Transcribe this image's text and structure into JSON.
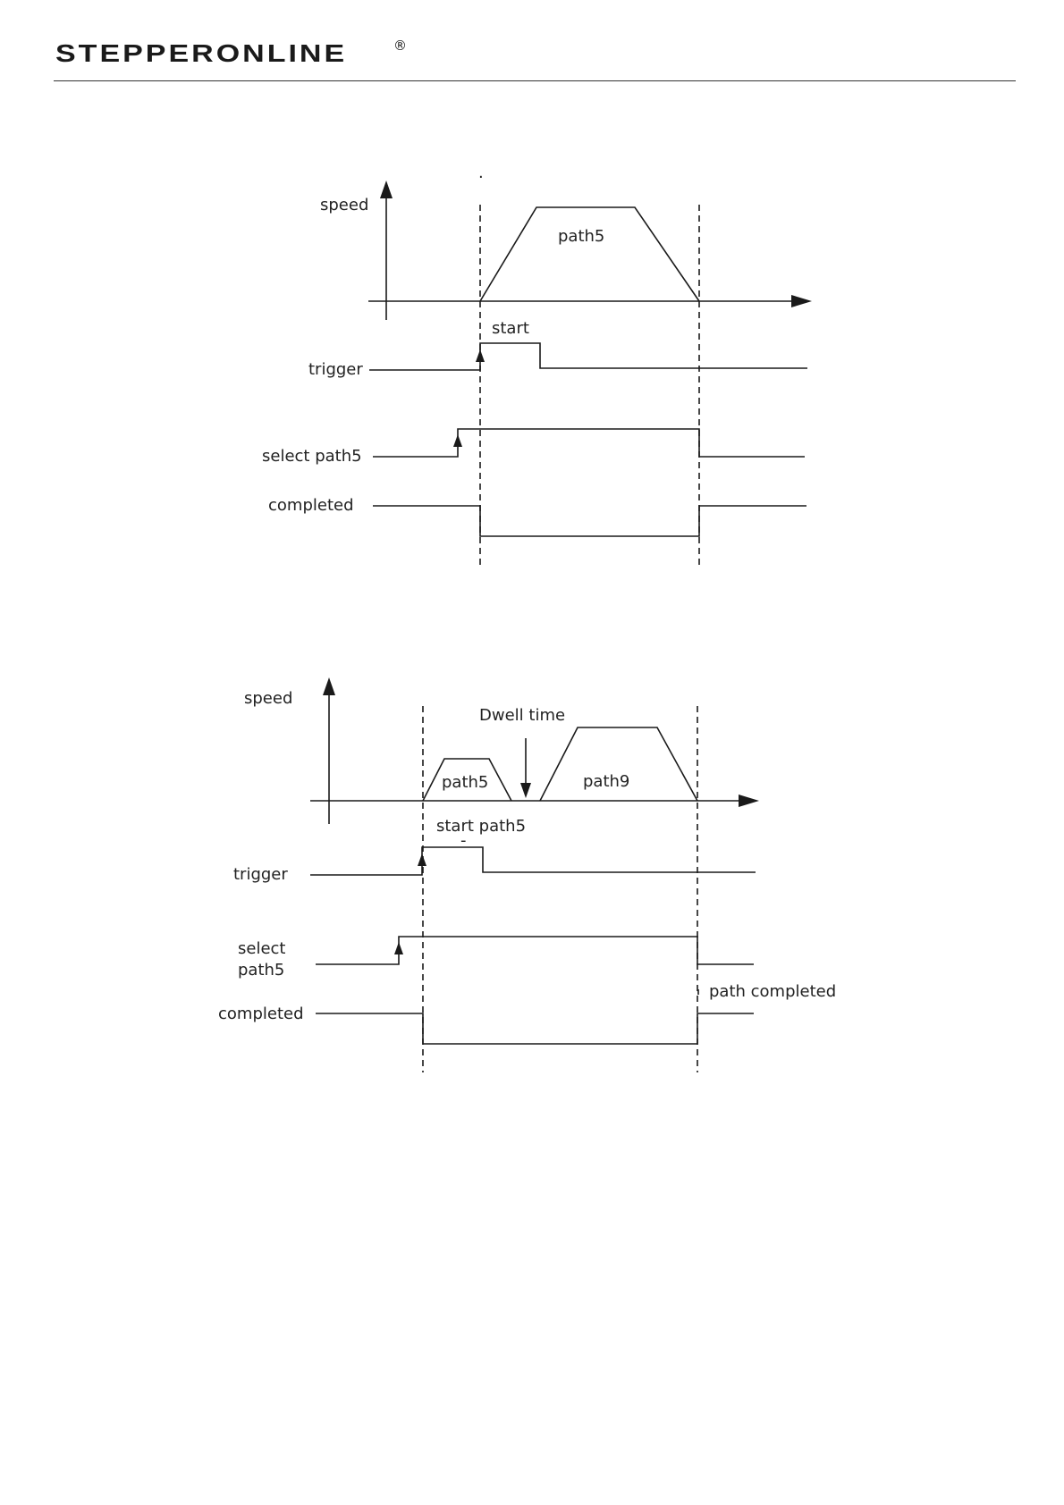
{
  "header": {
    "brand": "STEPPERONLINE",
    "registered_mark": "®"
  },
  "diagram1": {
    "speed_label": "speed",
    "profile_label": "path5",
    "start_label": "start",
    "trigger_label": "trigger",
    "select_label": "select path5",
    "completed_label": "completed",
    "stray_mark": "."
  },
  "diagram2": {
    "speed_label": "speed",
    "dwell_label": "Dwell time",
    "profile1_label": "path5",
    "profile2_label": "path9",
    "start_label": "start path5",
    "start_tick": "-",
    "trigger_label": "trigger",
    "select_label_line1": "select",
    "select_label_line2": "path5",
    "completed_label": "completed",
    "path_completed_label": "path completed"
  },
  "colors": {
    "line": "#1a1a1a",
    "text": "#222222"
  }
}
